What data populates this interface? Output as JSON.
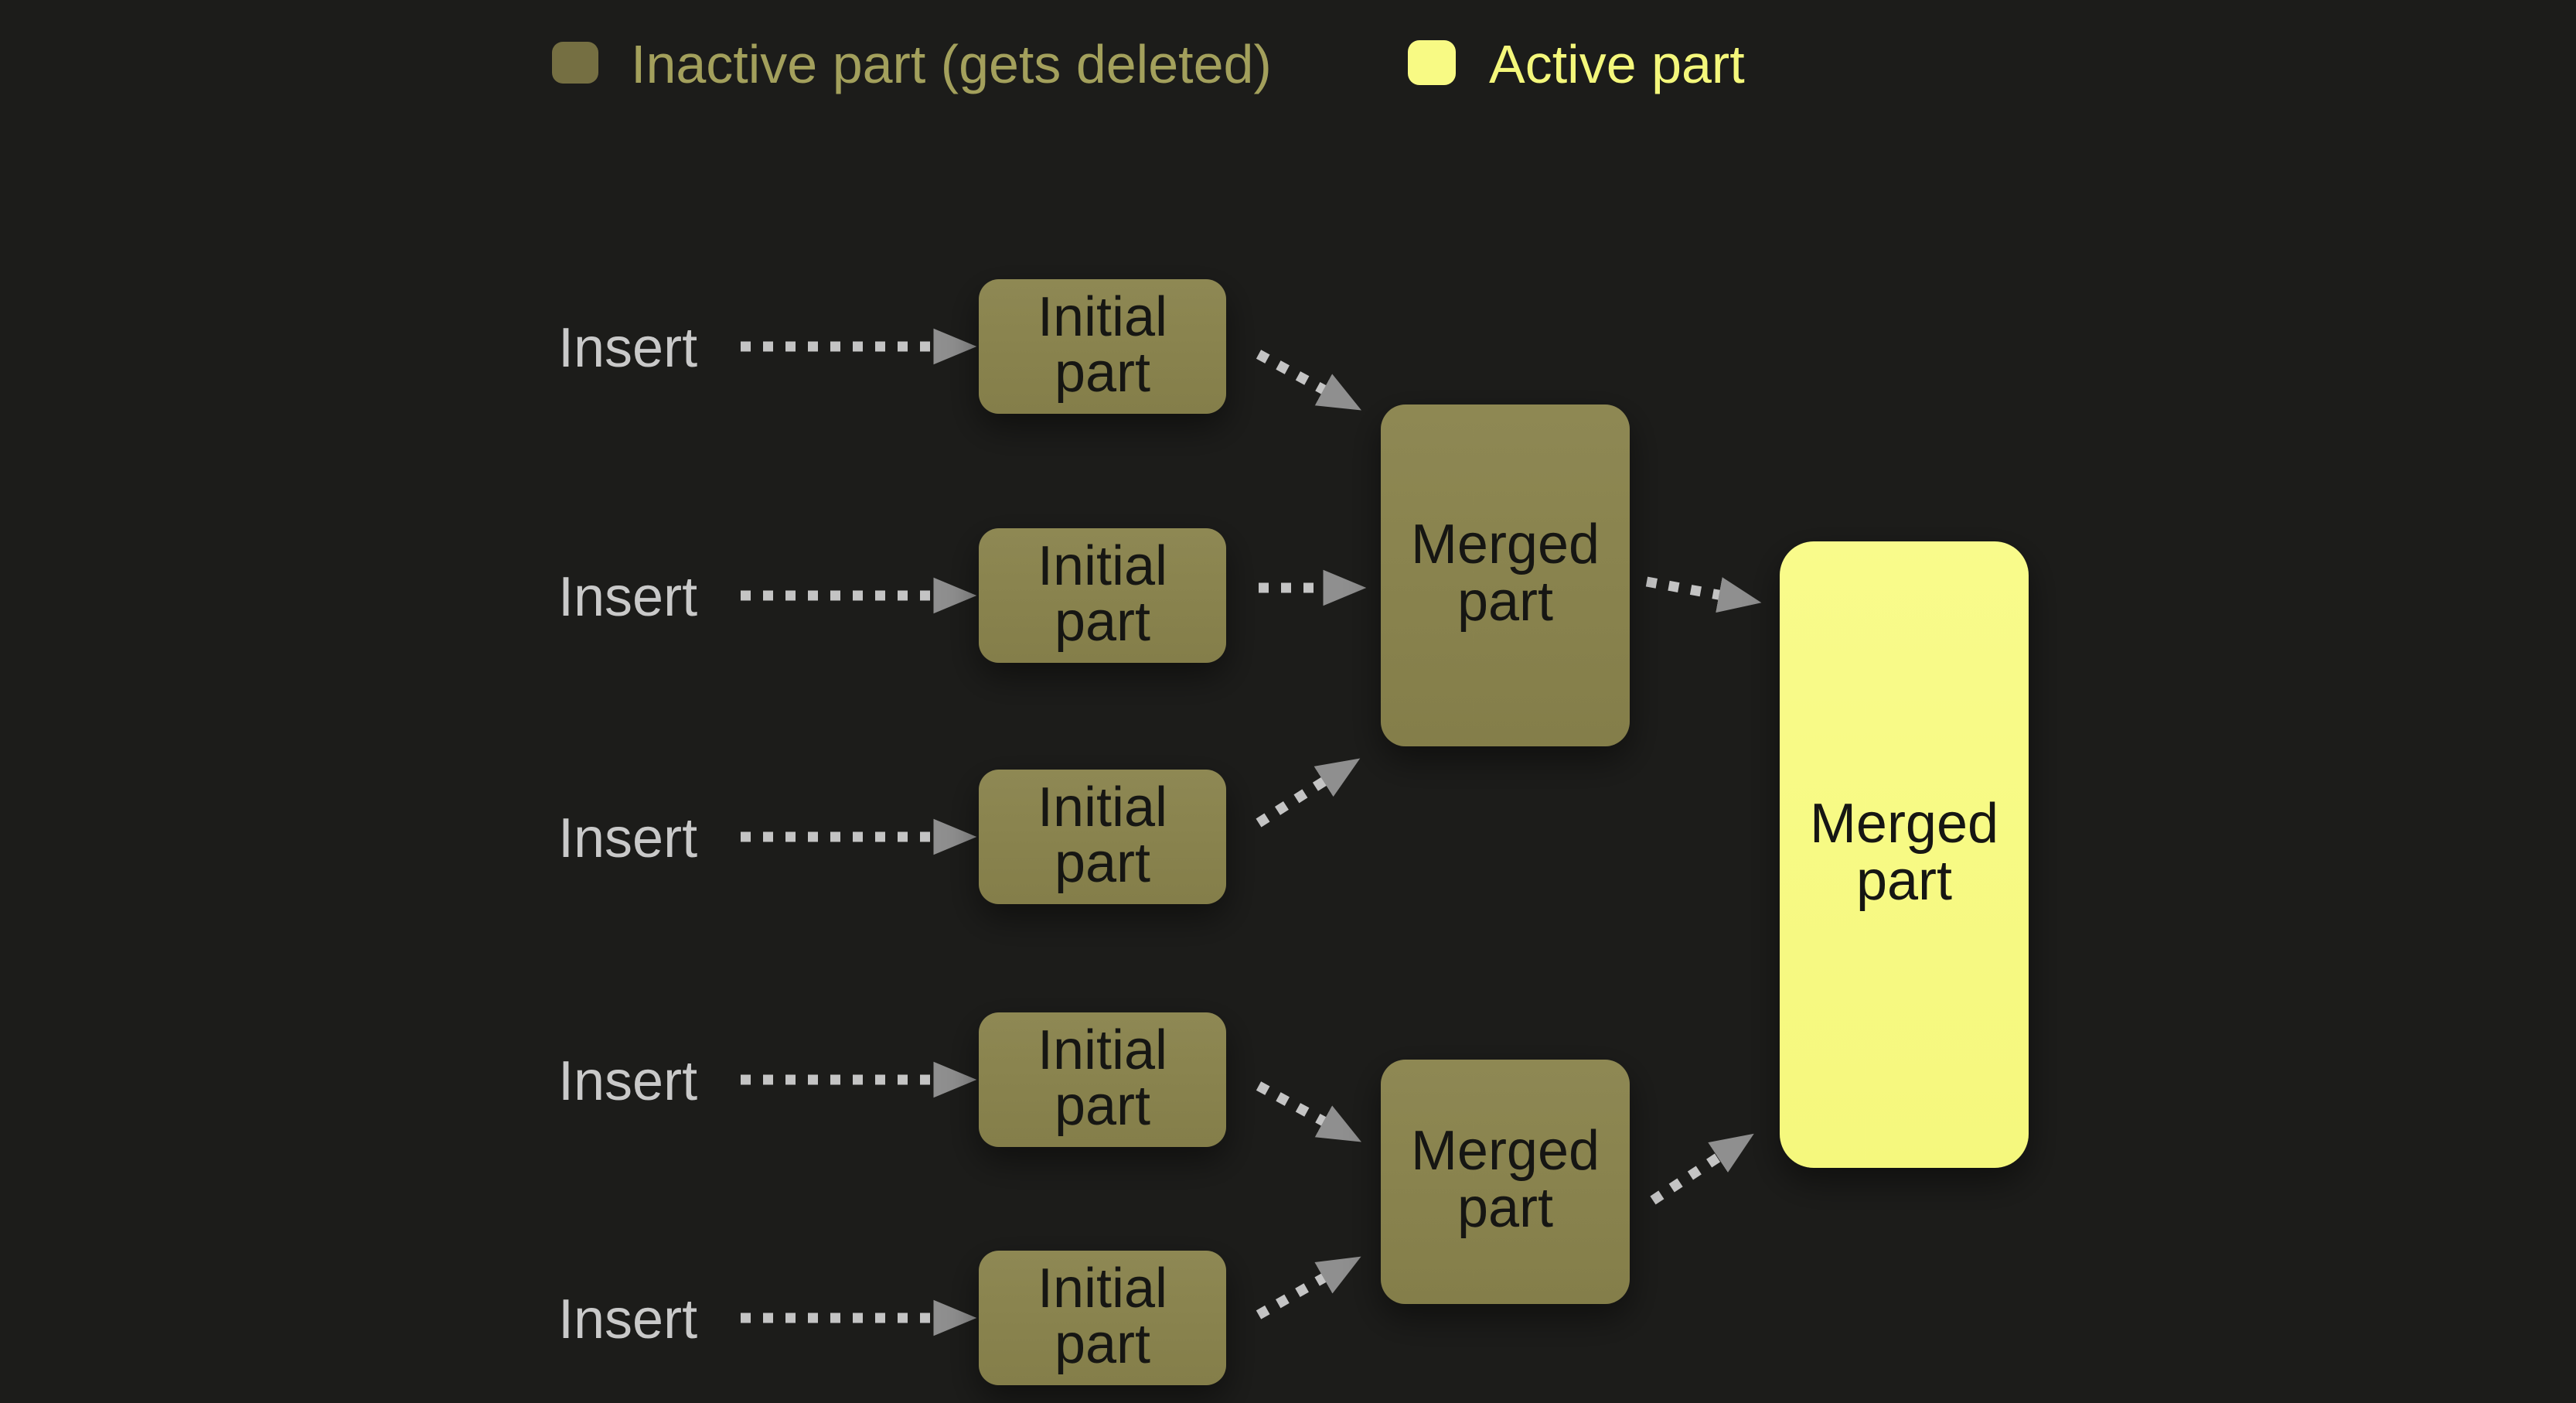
{
  "diagram": {
    "legend": {
      "inactive_label": "Inactive part (gets deleted)",
      "active_label": "Active part"
    },
    "rows": [
      {
        "label": "Insert"
      },
      {
        "label": "Insert"
      },
      {
        "label": "Insert"
      },
      {
        "label": "Insert"
      },
      {
        "label": "Insert"
      }
    ],
    "nodes": {
      "initial_parts": [
        {
          "line1": "Initial",
          "line2": "part"
        },
        {
          "line1": "Initial",
          "line2": "part"
        },
        {
          "line1": "Initial",
          "line2": "part"
        },
        {
          "line1": "Initial",
          "line2": "part"
        },
        {
          "line1": "Initial",
          "line2": "part"
        }
      ],
      "merged_parts": [
        {
          "line1": "Merged",
          "line2": "part"
        },
        {
          "line1": "Merged",
          "line2": "part"
        }
      ],
      "final_part": {
        "line1": "Merged",
        "line2": "part"
      }
    },
    "colors": {
      "background": "#1c1c1a",
      "inactive_fill": "#8c8650",
      "legend_inactive_swatch": "#756f42",
      "active_fill": "#f8fa84",
      "inactive_text": "#a3a05c",
      "active_text": "#f4f77b",
      "insert_text": "#c9c9c9",
      "node_text": "#161613",
      "arrow_dots": "#c4c4c4",
      "arrow_head": "#8f8f8f"
    }
  }
}
